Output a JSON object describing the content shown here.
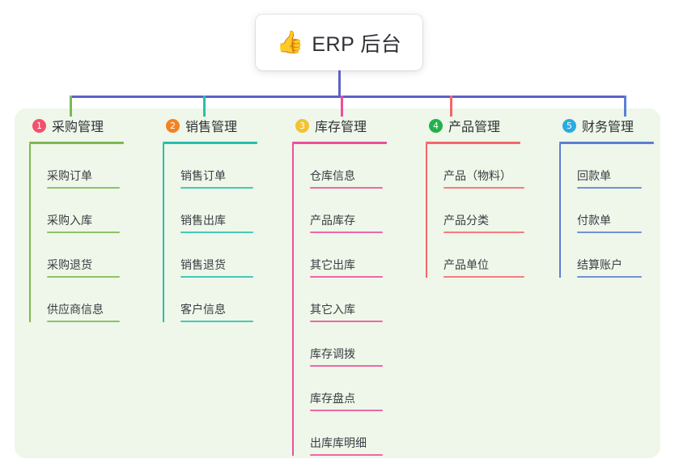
{
  "diagram": {
    "title": "ERP 后台",
    "background": "#ffffff",
    "panel_color": "#eef7e9",
    "bus_color": "#5b63c4"
  },
  "root": {
    "icon": "thumbs-up-icon",
    "emoji": "👍",
    "label": "ERP 后台"
  },
  "columns": [
    {
      "number": "1",
      "title": "采购管理",
      "badge_color": "#f4506e",
      "line_color": "#7eb851",
      "rule_width": 117,
      "leaf_rule_width": 90,
      "items": [
        {
          "label": "采购订单"
        },
        {
          "label": "采购入库"
        },
        {
          "label": "采购退货"
        },
        {
          "label": "供应商信息"
        }
      ]
    },
    {
      "number": "2",
      "title": "销售管理",
      "badge_color": "#f58220",
      "line_color": "#29bfae",
      "rule_width": 117,
      "leaf_rule_width": 90,
      "items": [
        {
          "label": "销售订单"
        },
        {
          "label": "销售出库"
        },
        {
          "label": "销售退货"
        },
        {
          "label": "客户信息"
        }
      ]
    },
    {
      "number": "3",
      "title": "库存管理",
      "badge_color": "#f2c230",
      "line_color": "#ee4e9b",
      "rule_width": 117,
      "leaf_rule_width": 90,
      "items": [
        {
          "label": "仓库信息"
        },
        {
          "label": "产品库存"
        },
        {
          "label": "其它出库"
        },
        {
          "label": "其它入库"
        },
        {
          "label": "库存调拨"
        },
        {
          "label": "库存盘点"
        },
        {
          "label": "出库库明细"
        }
      ]
    },
    {
      "number": "4",
      "title": "产品管理",
      "badge_color": "#22b14c",
      "line_color": "#f4666b",
      "rule_width": 117,
      "leaf_rule_width": 100,
      "items": [
        {
          "label": "产品（物料）"
        },
        {
          "label": "产品分类"
        },
        {
          "label": "产品单位"
        }
      ]
    },
    {
      "number": "5",
      "title": "财务管理",
      "badge_color": "#29abe2",
      "line_color": "#5b7fd4",
      "rule_width": 117,
      "leaf_rule_width": 80,
      "items": [
        {
          "label": "回款单"
        },
        {
          "label": "付款单"
        },
        {
          "label": "结算账户"
        }
      ]
    }
  ]
}
